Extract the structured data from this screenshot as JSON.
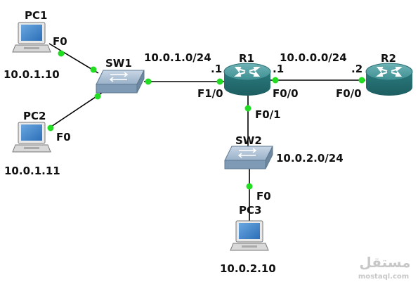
{
  "devices": {
    "pc1": {
      "name": "PC1",
      "ip": "10.0.1.10",
      "port": "F0",
      "icon": "pc-icon"
    },
    "pc2": {
      "name": "PC2",
      "ip": "10.0.1.11",
      "port": "F0",
      "icon": "pc-icon"
    },
    "pc3": {
      "name": "PC3",
      "ip": "10.0.2.10",
      "port": "F0",
      "icon": "pc-icon"
    },
    "sw1": {
      "name": "SW1",
      "icon": "switch-icon"
    },
    "sw2": {
      "name": "SW2",
      "icon": "switch-icon"
    },
    "r1": {
      "name": "R1",
      "icon": "router-icon"
    },
    "r2": {
      "name": "R2",
      "icon": "router-icon"
    }
  },
  "networks": {
    "lan1": "10.0.1.0/24",
    "wan": "10.0.0.0/24",
    "lan2": "10.0.2.0/24"
  },
  "interfaces": {
    "r1_lan": {
      "port": "F1/0",
      "host": ".1"
    },
    "r1_wan": {
      "port": "F0/0",
      "host": ".1"
    },
    "r1_sw2": {
      "port": "F0/1"
    },
    "r2_wan": {
      "port": "F0/0",
      "host": ".2"
    }
  },
  "watermark": {
    "arabic": "مستقل",
    "latin": "mostaql.com"
  },
  "colors": {
    "link": "#000000",
    "port_dot": "#22dd22",
    "router": "#2e8b8e",
    "switch": "#8fa9c4"
  }
}
